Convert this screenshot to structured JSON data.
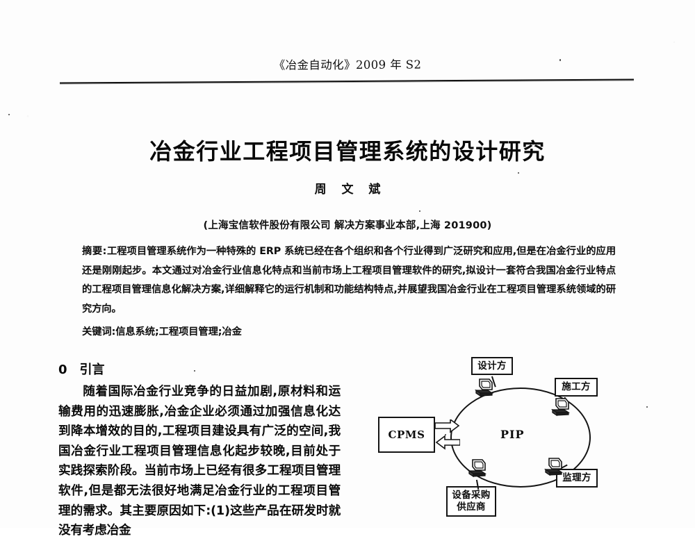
{
  "document": {
    "running_head": "《冶金自动化》2009 年 S2",
    "title": "冶金行业工程项目管理系统的设计研究",
    "author": "周 文 斌",
    "affiliation": "(上海宝信软件股份有限公司 解决方案事业本部,上海 201900)",
    "abstract_label": "摘要:",
    "abstract_text": "工程项目管理系统作为一种特殊的 ERP 系统已经在各个组织和各个行业得到广泛研究和应用,但是在冶金行业的应用还是刚刚起步。本文通过对冶金行业信息化特点和当前市场上工程项目管理软件的研究,拟设计一套符合我国冶金行业特点的工程项目管理信息化解决方案,详细解释它的运行机制和功能结构特点,并展望我国冶金行业在工程项目管理系统领域的研究方向。",
    "keywords_label": "关键词:",
    "keywords_text": "信息系统;工程项目管理;冶金",
    "section": {
      "number": "0",
      "heading": "引言"
    },
    "body_paragraph": "随着国际冶金行业竞争的日益加剧,原材料和运输费用的迅速膨胀,冶金企业必须通过加强信息化达到降本增效的目的,工程项目建设具有广泛的空间,我国冶金行业工程项目管理信息化起步较晚,目前处于实践探索阶段。当前市场上已经有很多工程项目管理软件,但是都无法很好地满足冶金行业的工程项目管理的需求。其主要原因如下:(1)这些产品在研发时就没有考虑冶金"
  },
  "figure": {
    "center_label": "PIP",
    "cpms_label": "CPMS",
    "nodes": [
      {
        "id": "designer",
        "label": "设计方"
      },
      {
        "id": "contractor",
        "label": "施工方"
      },
      {
        "id": "supervisor",
        "label": "监理方"
      },
      {
        "id": "supplier",
        "label": "设备采购供应商"
      }
    ],
    "node_labels": {
      "designer": "设计方",
      "contractor": "施工方",
      "supervisor": "监理方",
      "supplier_line1": "设备采购",
      "supplier_line2": "供应商"
    },
    "colors": {
      "ink": "#141414",
      "paper": "#ffffff"
    }
  }
}
